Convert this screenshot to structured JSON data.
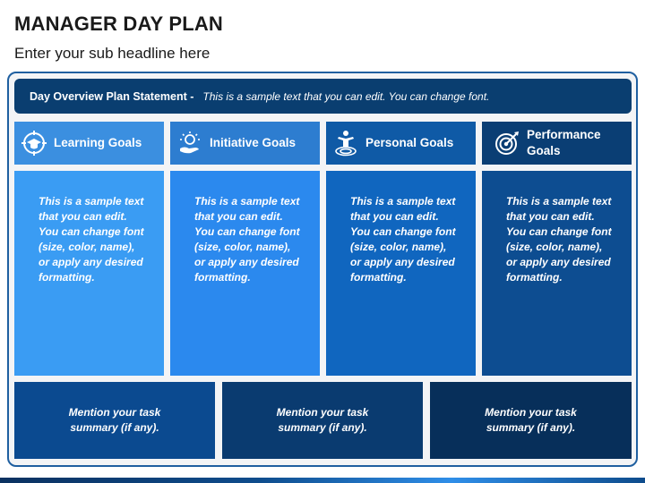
{
  "title": "MANAGER DAY PLAN",
  "subtitle": "Enter your sub headline here",
  "statement": {
    "label": "Day Overview Plan Statement -",
    "text": "This is a sample text that you can edit. You can change font."
  },
  "columns": [
    {
      "label": "Learning Goals",
      "icon": "graduation-cap-target-icon",
      "head_color": "#3b8fe0",
      "body_color": "#3a9cf3",
      "body": "This is a sample text that you can edit. You can change font (size, color, name), or apply any desired formatting."
    },
    {
      "label": "Initiative Goals",
      "icon": "idea-hand-icon",
      "head_color": "#2d7dd0",
      "body_color": "#2b89ee",
      "body": "This is a sample text that you can edit. You can change font (size, color, name), or apply any desired formatting."
    },
    {
      "label": "Personal Goals",
      "icon": "person-target-icon",
      "head_color": "#0f5aa6",
      "body_color": "#1066bf",
      "body": "This is a sample text that you can edit. You can change font (size, color, name), or apply any desired formatting."
    },
    {
      "label": "Performance Goals",
      "icon": "target-arrow-icon",
      "head_color": "#0a3e74",
      "body_color": "#0d4d91",
      "body": "This is a sample text that you can edit. You can change font (size, color, name), or apply any desired formatting."
    }
  ],
  "tasks": [
    {
      "text": "Mention your task summary (if any).",
      "color": "#0b4a90"
    },
    {
      "text": "Mention your task summary (if any).",
      "color": "#0a3b70"
    },
    {
      "text": "Mention your task summary (if any).",
      "color": "#072f5a"
    }
  ]
}
